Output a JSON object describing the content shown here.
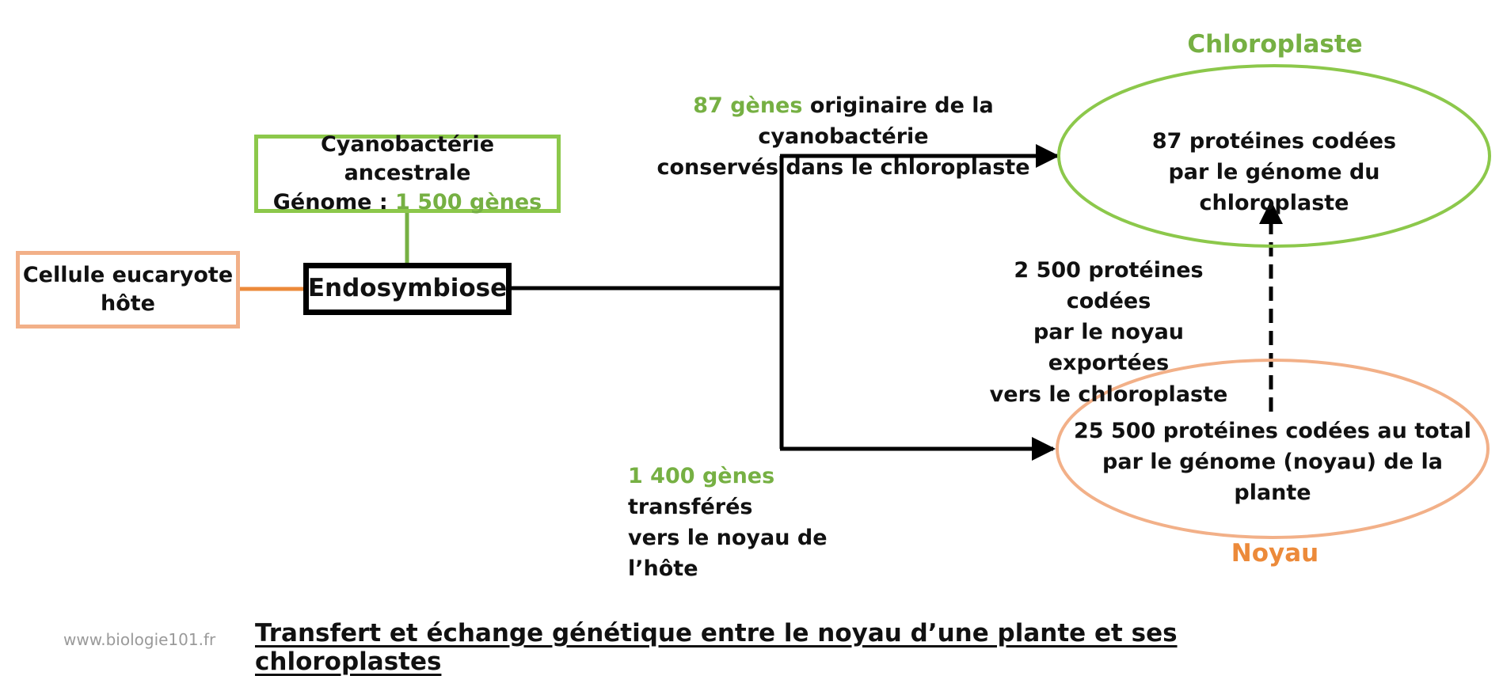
{
  "diagram": {
    "cyanobacteria": {
      "line1": "Cyanobactérie ancestrale",
      "line2_prefix": "Génome : ",
      "line2_value": "1 500 gènes"
    },
    "host_cell": {
      "line1": "Cellule eucaryote",
      "line2": "hôte"
    },
    "endosymbiosis": "Endosymbiose",
    "kept_genes": {
      "count": "87 gènes",
      "line1_rest": " originaire de la cyanobactérie",
      "line2": "conservés dans le chloroplaste"
    },
    "transferred_genes": {
      "count": "1 400 gènes",
      "line1_rest": " transférés",
      "line2": "vers le noyau de l’hôte"
    },
    "chloroplast": {
      "title": "Chloroplaste",
      "line1": "87 protéines codées",
      "line2": "par le génome du chloroplaste"
    },
    "nucleus": {
      "title": "Noyau",
      "line1": "25 500 protéines codées au total",
      "line2": "par le génome (noyau) de la plante"
    },
    "exported_proteins": {
      "line1": "2 500 protéines codées",
      "line2": "par le noyau exportées",
      "line3": "vers le chloroplaste"
    },
    "caption": "Transfert et échange génétique entre le noyau d’une plante et ses chloroplastes",
    "watermark": "www.biologie101.fr"
  },
  "colors": {
    "green": "#76b043",
    "orange": "#ec8a3a",
    "light_orange": "#f2b088",
    "black": "#000000"
  }
}
